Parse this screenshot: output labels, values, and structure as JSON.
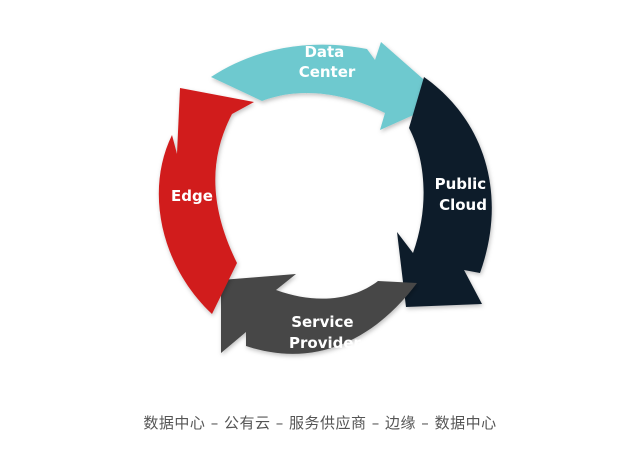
{
  "segments": [
    {
      "id": "data-center",
      "lines": [
        "Data",
        "Center"
      ],
      "color": "#6ec9cf"
    },
    {
      "id": "public-cloud",
      "lines": [
        "Public",
        "Cloud"
      ],
      "color": "#111d2c"
    },
    {
      "id": "service-provider",
      "lines": [
        "Service",
        "Provider"
      ],
      "color": "#464646"
    },
    {
      "id": "edge",
      "lines": [
        "Edge"
      ],
      "color": "#d11a1c"
    }
  ],
  "caption": "数据中心 – 公有云 – 服务供应商 – 边缘 – 数据中心"
}
